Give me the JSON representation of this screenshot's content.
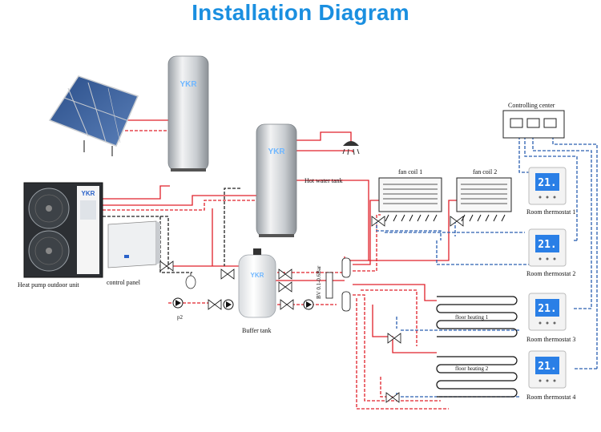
{
  "title": "Installation Diagram",
  "colors": {
    "title": "#1a8fe0",
    "hot_pipe": "#e0202a",
    "cold_pipe": "#2a5fb0",
    "signal": "#1e6fd0"
  },
  "labels": {
    "heat_pump": "Heat pump outdoor unit",
    "control_panel": "control panel",
    "hot_water_tank": "Hot water tank",
    "buffer_tank": "Buffer tank",
    "pump": "p2",
    "bypass_valve": "BV 0.1-0.6Bar",
    "fan_coil_1": "fan coil 1",
    "fan_coil_2": "fan coil 2",
    "floor_heating_1": "floor heating 1",
    "floor_heating_2": "floor heating 2",
    "controlling_center": "Controlling center",
    "thermostat_1": "Room thermostat 1",
    "thermostat_2": "Room thermostat 2",
    "thermostat_3": "Room thermostat 3",
    "thermostat_4": "Room thermostat 4"
  },
  "brand": "YKR",
  "thermostat_display": "21.",
  "icons": [
    "solar-panel-icon",
    "shower-head-icon",
    "pump-icon",
    "valve-icon",
    "expansion-vessel-icon",
    "fan-icon"
  ]
}
